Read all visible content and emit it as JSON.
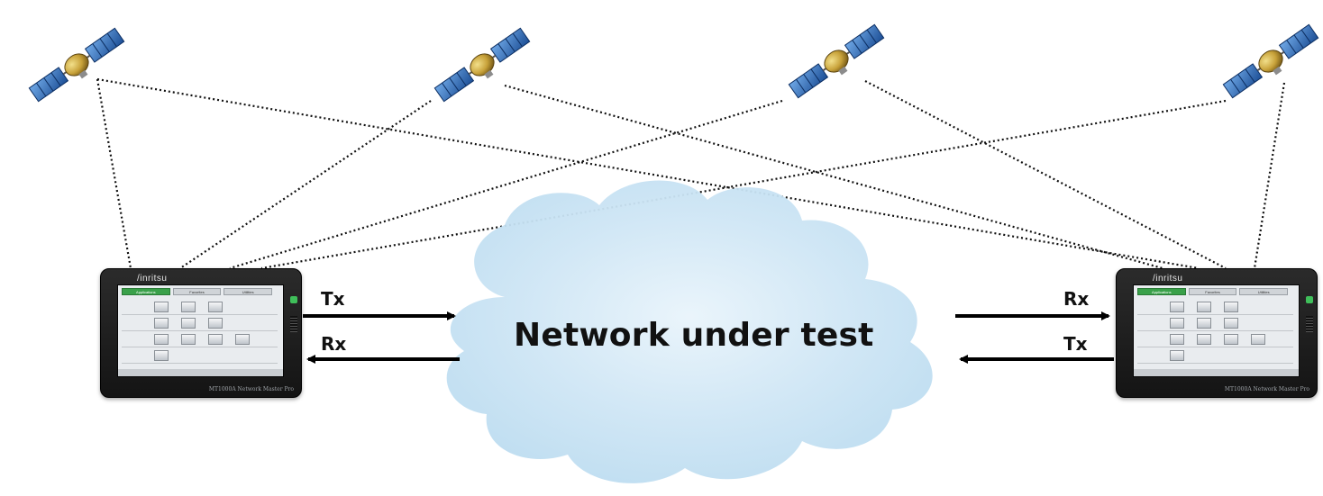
{
  "cloud": {
    "label": "Network under test"
  },
  "left_device": {
    "brand": "/inritsu",
    "model": "MT1000A Network Master Pro",
    "tx_label": "Tx",
    "rx_label": "Rx",
    "tabs": [
      "Applications",
      "Favorites",
      "Utilities"
    ]
  },
  "right_device": {
    "brand": "/inritsu",
    "model": "MT1000A Network Master Pro",
    "tx_label": "Tx",
    "rx_label": "Rx",
    "tabs": [
      "Applications",
      "Favorites",
      "Utilities"
    ]
  },
  "satellites": [
    {
      "name": "satellite-1"
    },
    {
      "name": "satellite-2"
    },
    {
      "name": "satellite-3"
    },
    {
      "name": "satellite-4"
    }
  ],
  "colors": {
    "solar_panel": "#2f6fbf",
    "satellite_body": "#c8a23a",
    "cloud": "#cfe6f5",
    "link_line": "#111111",
    "arrow": "#000000"
  },
  "icons": [
    "satellite-icon",
    "cloud-icon",
    "arrow-right-icon",
    "arrow-left-icon"
  ]
}
